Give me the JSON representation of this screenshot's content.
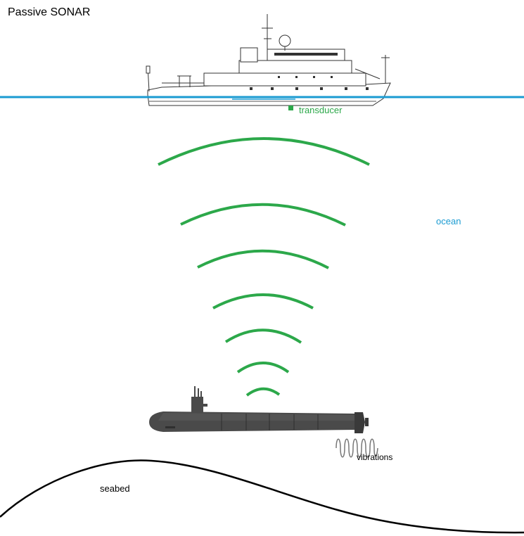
{
  "title": "Passive SONAR",
  "labels": {
    "ocean": "ocean",
    "transducer": "transducer",
    "vibrations": "vibrations",
    "seabed": "seabed"
  },
  "colors": {
    "water_line": "#1a9bd2",
    "wave": "#2ca84a",
    "ocean_text": "#1a9bd2",
    "transducer": "#2ca84a",
    "seabed": "#000000",
    "submarine": "#4a4a4a",
    "ship_outline": "#333333"
  },
  "sound_wave_count": 7
}
